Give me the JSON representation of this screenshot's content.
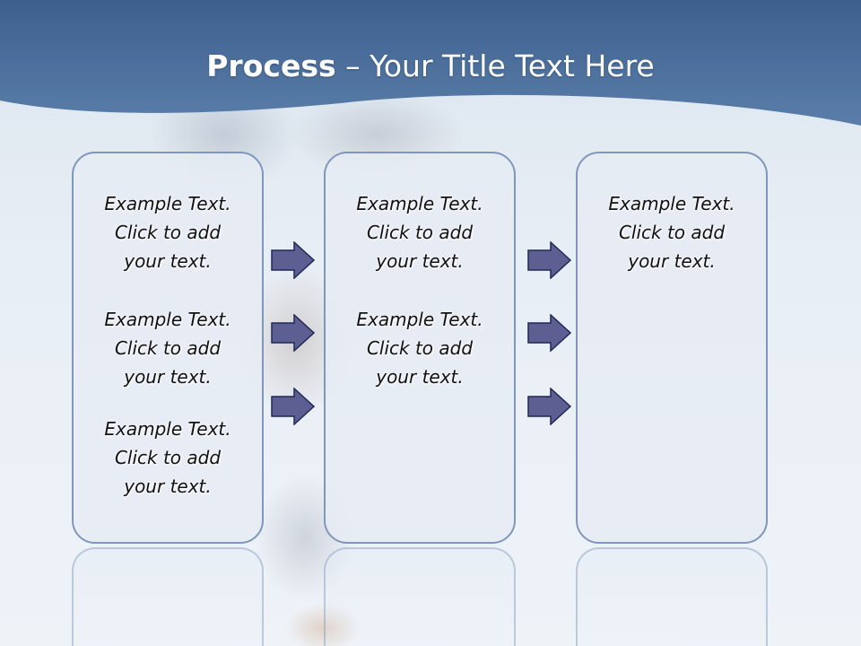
{
  "slide": {
    "title_bold": "Process",
    "title_rest": " – Your Title Text Here"
  },
  "panels": [
    {
      "blocks": [
        {
          "line1": "Example Text.",
          "line2": "Click  to add",
          "line3": "your text."
        },
        {
          "line1": "Example Text.",
          "line2": "Click  to add",
          "line3": "your text."
        },
        {
          "line1": "Example Text.",
          "line2": "Click  to add",
          "line3": "your text."
        }
      ]
    },
    {
      "blocks": [
        {
          "line1": "Example Text.",
          "line2": "Click  to add",
          "line3": "your text."
        },
        {
          "line1": "Example Text.",
          "line2": "Click  to add",
          "line3": "your text."
        }
      ]
    },
    {
      "blocks": [
        {
          "line1": "Example Text.",
          "line2": "Click  to add",
          "line3": "your text."
        }
      ]
    }
  ],
  "colors": {
    "header_band": "#4a6c98",
    "panel_border": "#7f97bb",
    "arrow_fill": "#5d5e92",
    "arrow_stroke": "#1f2a55"
  },
  "icons": {
    "arrow": "arrow-right-icon"
  }
}
